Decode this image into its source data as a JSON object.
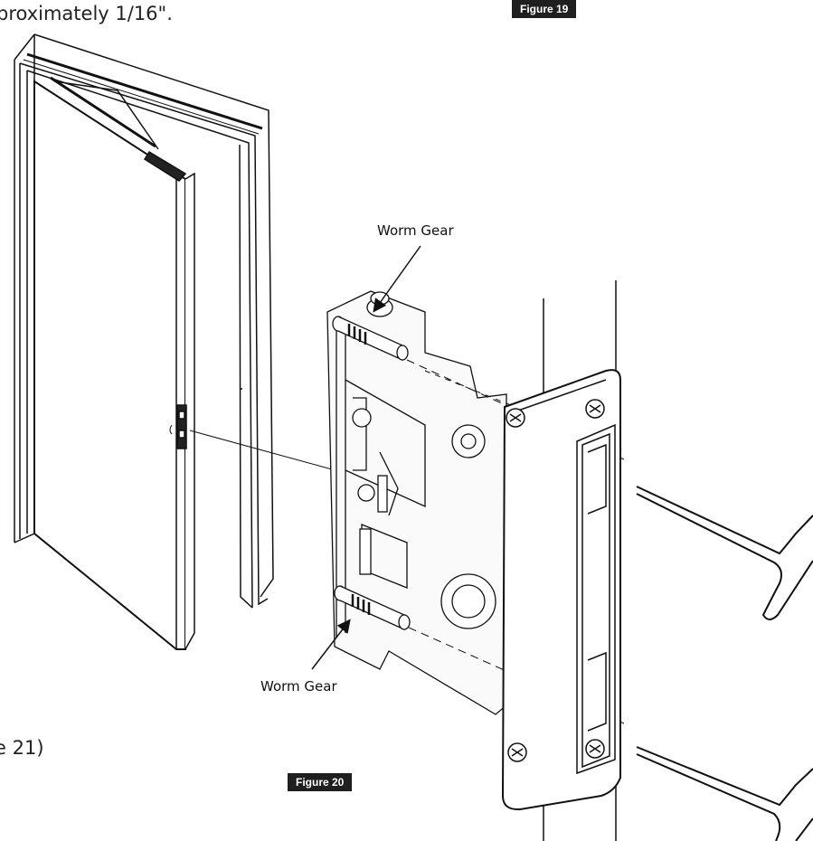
{
  "text": {
    "top_fragment": "proximately 1/16\".",
    "bottom_fragment": "e 21)"
  },
  "figures": {
    "fig19": "Figure 19",
    "fig20": "Figure 20"
  },
  "callouts": {
    "worm_gear_top": "Worm Gear",
    "worm_gear_bottom": "Worm Gear"
  }
}
